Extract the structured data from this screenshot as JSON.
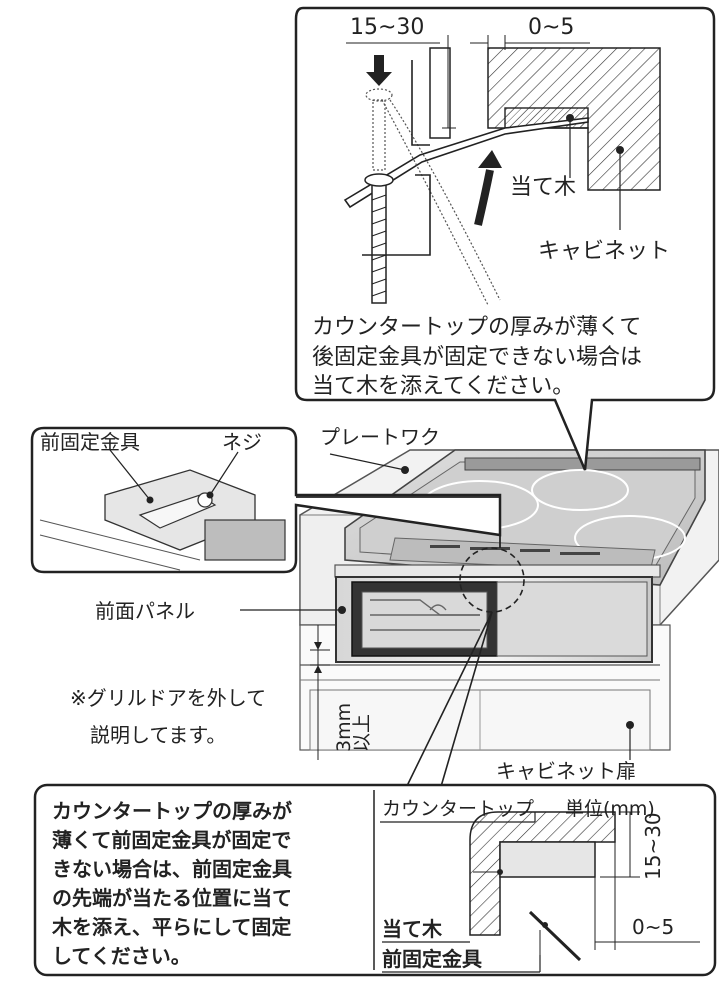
{
  "top_callout": {
    "dim_left": "15~30",
    "dim_right": "0~5",
    "label_wood": "当て木",
    "label_cabinet": "キャビネット",
    "note_lines": [
      "カウンタートップの厚みが薄くて",
      "後固定金具が固定できない場合は",
      "当て木を添えてください。"
    ]
  },
  "left_callout": {
    "label_bracket": "前固定金具",
    "label_screw": "ネジ"
  },
  "main_labels": {
    "plate_work": "プレートワク",
    "front_panel": "前面パネル",
    "note_line1": "※グリルドアを外して",
    "note_line2": "説明してます。",
    "gap_value": "3mm",
    "gap_suffix": "以上",
    "cabinet_door": "キャビネット扉"
  },
  "bottom_callout": {
    "text_lines": [
      "カウンタートップの厚みが",
      "薄くて前固定金具が固定で",
      "きない場合は、前固定金具",
      "の先端が当たる位置に当て",
      "木を添え、平らにして固定",
      "してください。"
    ],
    "label_countertop": "カウンタートップ",
    "unit_label": "単位(mm)",
    "dim_vertical": "15~30",
    "label_wood": "当て木",
    "label_bracket": "前固定金具",
    "dim_horizontal": "0~5"
  }
}
